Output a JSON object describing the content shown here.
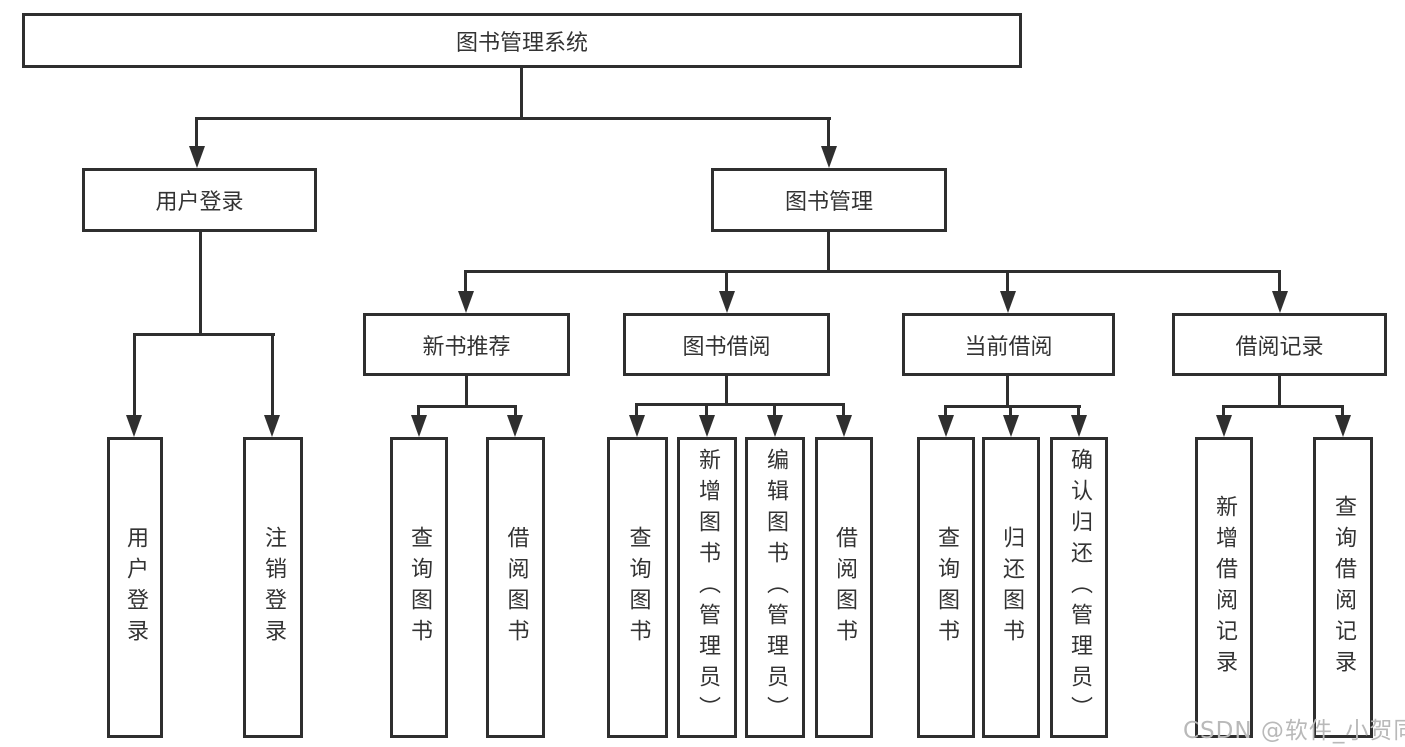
{
  "diagram": {
    "type": "tree",
    "root": {
      "label": "图书管理系统"
    },
    "level2": [
      {
        "label": "用户登录",
        "children": [
          {
            "label": "用户登录"
          },
          {
            "label": "注销登录"
          }
        ]
      },
      {
        "label": "图书管理",
        "children": [
          {
            "label": "新书推荐",
            "children": [
              {
                "label": "查询图书"
              },
              {
                "label": "借阅图书"
              }
            ]
          },
          {
            "label": "图书借阅",
            "children": [
              {
                "label": "查询图书"
              },
              {
                "label": "新增图书（管理员）"
              },
              {
                "label": "编辑图书（管理员）"
              },
              {
                "label": "借阅图书"
              }
            ]
          },
          {
            "label": "当前借阅",
            "children": [
              {
                "label": "查询图书"
              },
              {
                "label": "归还图书"
              },
              {
                "label": "确认归还（管理员）"
              }
            ]
          },
          {
            "label": "借阅记录",
            "children": [
              {
                "label": "新增借阅记录"
              },
              {
                "label": "查询借阅记录"
              }
            ]
          }
        ]
      }
    ]
  },
  "watermark": {
    "text": "CSDN @软件_小贺同学"
  },
  "colors": {
    "line": "#2f2f2f",
    "box_border": "#2f2f2f",
    "text": "#333333",
    "background": "#ffffff",
    "watermark": "#b9b9b9"
  }
}
